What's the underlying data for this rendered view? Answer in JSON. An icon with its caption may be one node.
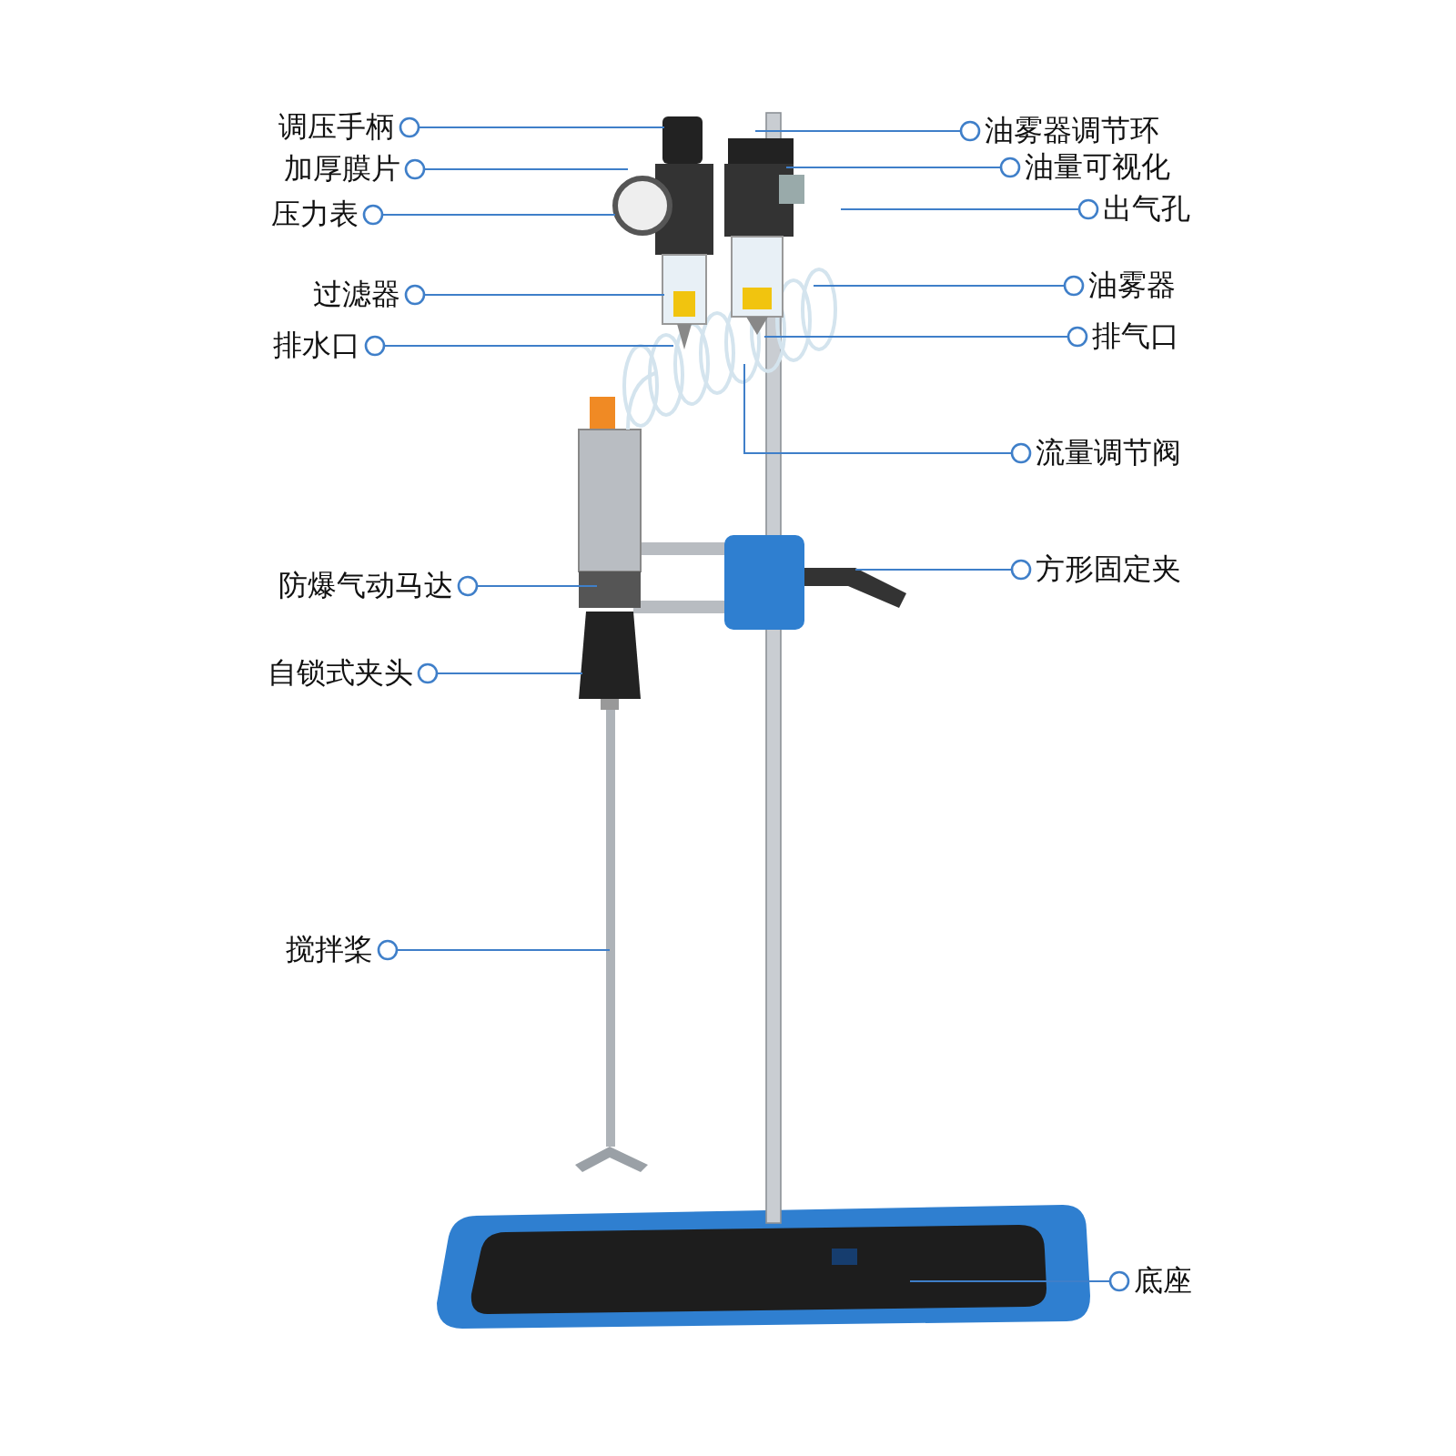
{
  "diagram": {
    "nodes": [
      {
        "text": [
          "调压手柄"
        ]
      },
      {
        "text": [
          "加厚膜片"
        ]
      },
      {
        "text": [
          "压力表"
        ]
      },
      {
        "text": [
          "过滤器"
        ]
      },
      {
        "text": [
          "排水口"
        ]
      },
      {
        "text": [
          "防爆气动马达"
        ]
      },
      {
        "text": [
          "自锁式夹头"
        ]
      },
      {
        "text": [
          "搅拌桨"
        ]
      },
      {
        "text": [
          "油雾器调节环"
        ]
      },
      {
        "text": [
          "油量可视化"
        ]
      },
      {
        "text": [
          "出气孔"
        ]
      },
      {
        "text": [
          "油雾器"
        ]
      },
      {
        "text": [
          "排气口"
        ]
      },
      {
        "text": [
          "流量调节阀"
        ]
      },
      {
        "text": [
          "方形固定夹"
        ]
      },
      {
        "text": [
          "底座"
        ]
      }
    ],
    "edges": [
      {
        "from": 0,
        "to": null,
        "arrow": "other"
      },
      {
        "from": 1,
        "to": null,
        "arrow": "other"
      },
      {
        "from": 2,
        "to": null,
        "arrow": "other"
      },
      {
        "from": 3,
        "to": null,
        "arrow": "other"
      },
      {
        "from": 4,
        "to": null,
        "arrow": "other"
      },
      {
        "from": 5,
        "to": null,
        "arrow": "other"
      },
      {
        "from": 6,
        "to": null,
        "arrow": "other"
      },
      {
        "from": 7,
        "to": null,
        "arrow": "other"
      },
      {
        "from": 8,
        "to": null,
        "arrow": "other"
      },
      {
        "from": 9,
        "to": null,
        "arrow": "other"
      },
      {
        "from": 10,
        "to": null,
        "arrow": "other"
      },
      {
        "from": 11,
        "to": null,
        "arrow": "other"
      },
      {
        "from": 12,
        "to": null,
        "arrow": "other"
      },
      {
        "from": 13,
        "to": null,
        "arrow": "other"
      },
      {
        "from": 14,
        "to": null,
        "arrow": "other"
      },
      {
        "from": 15,
        "to": null,
        "arrow": "other"
      }
    ]
  }
}
